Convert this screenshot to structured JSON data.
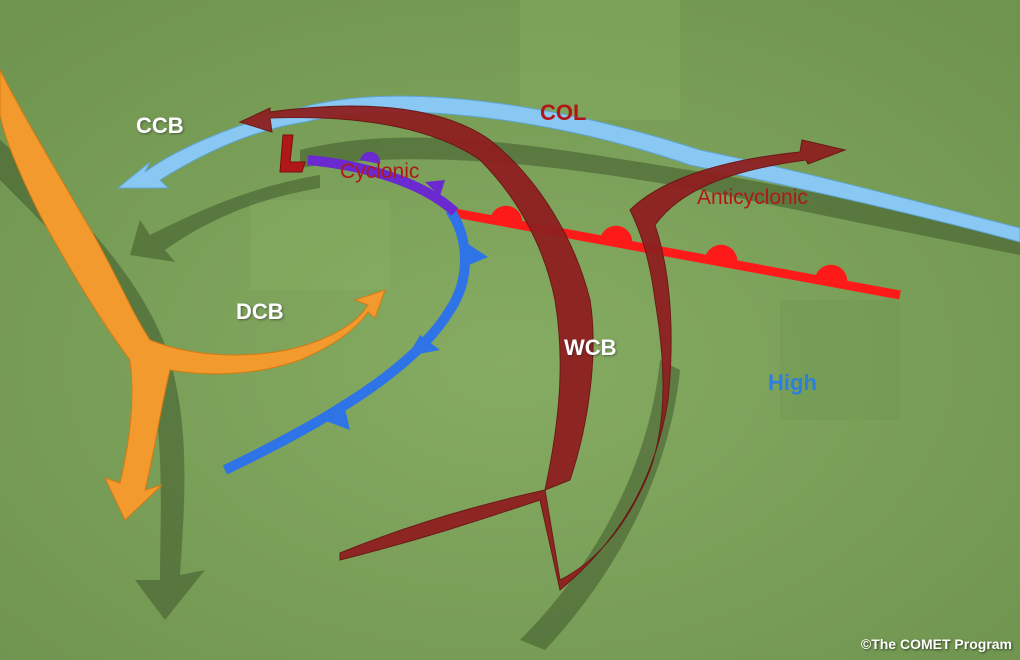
{
  "labels": {
    "ccb": "CCB",
    "col": "COL",
    "low": "L",
    "cyclonic": "Cyclonic",
    "anticyclonic": "Anticyclonic",
    "dcb": "DCB",
    "wcb": "WCB",
    "high": "High"
  },
  "credit": "©The COMET Program",
  "colors": {
    "background": "#7fa35b",
    "ccb_arrow": "#88c8f2",
    "dcb_arrow": "#f29a2e",
    "wcb_arrow": "#8e2020",
    "cold_front": "#2f74e6",
    "warm_front": "#ff1a1a",
    "occluded_front": "#6a2ad0",
    "low_marker": "#b01818",
    "label_red": "#b01818",
    "label_high": "#2a7fe0"
  }
}
